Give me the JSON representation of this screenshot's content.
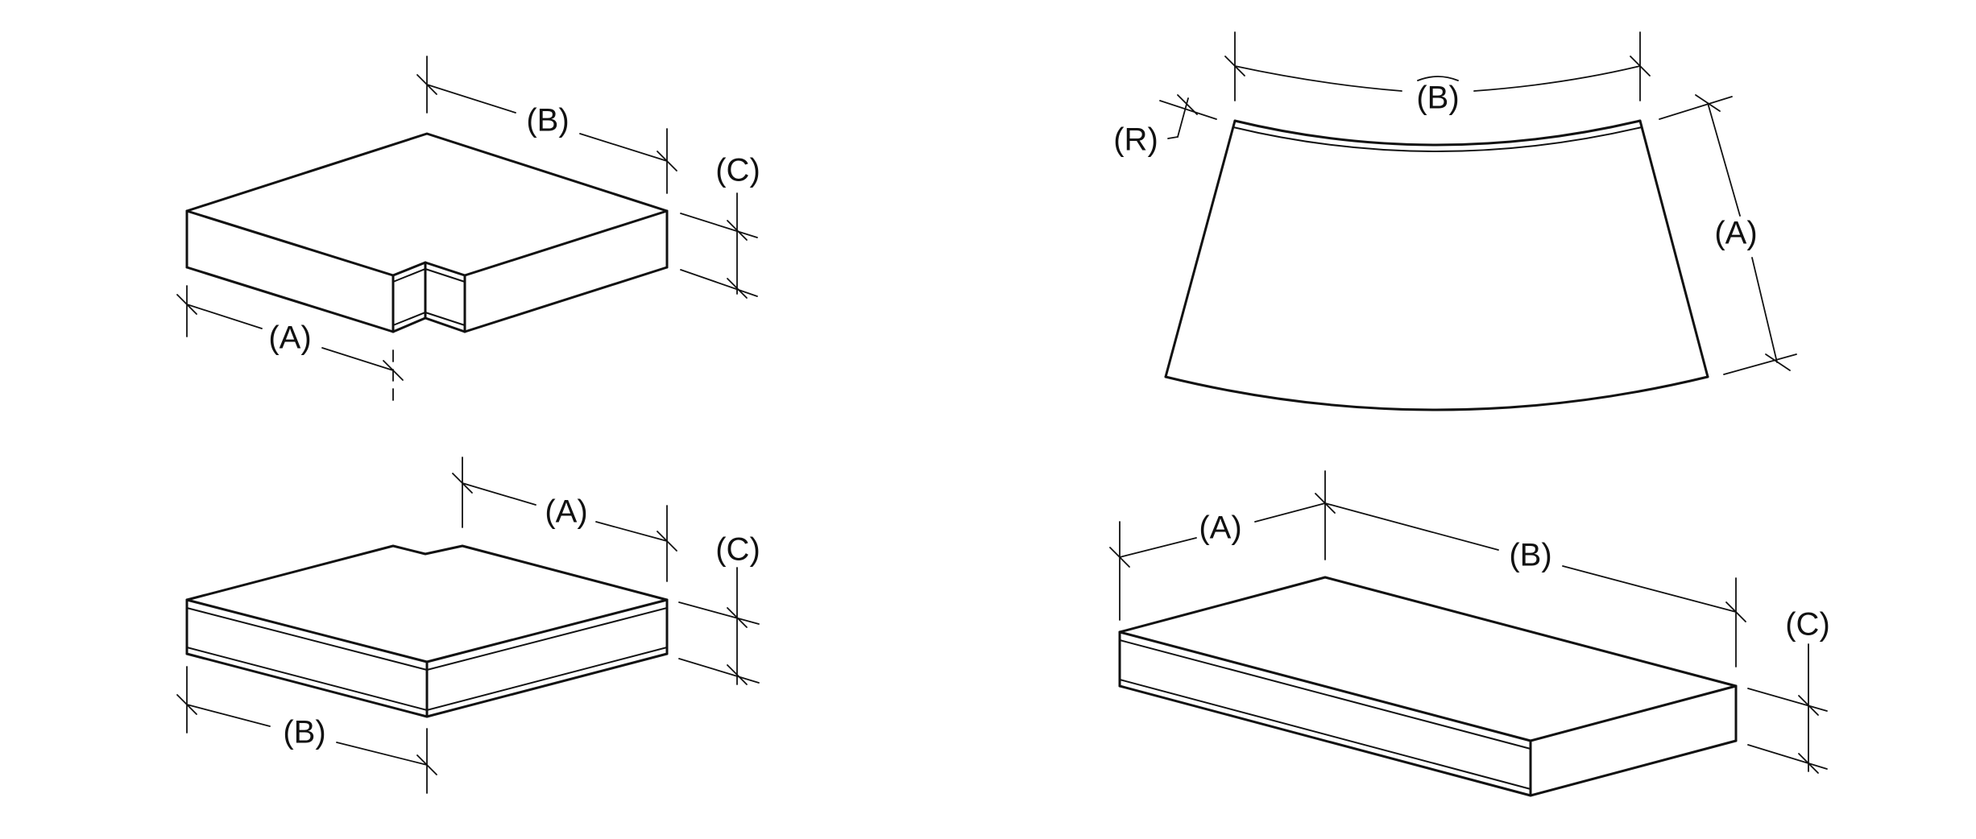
{
  "diagram": {
    "colors": {
      "line": "#111111",
      "background": "#ffffff"
    },
    "pieces": [
      {
        "id": "notched-corner-slab",
        "labels": {
          "a": "(A)",
          "b": "(B)",
          "c": "(C)"
        }
      },
      {
        "id": "radius-slab",
        "labels": {
          "r": "(R)",
          "b": "(B)",
          "a": "(A)"
        }
      },
      {
        "id": "mitred-corner-slab",
        "labels": {
          "a": "(A)",
          "c": "(C)",
          "b": "(B)"
        }
      },
      {
        "id": "rectangular-slab",
        "labels": {
          "a": "(A)",
          "b": "(B)",
          "c": "(C)"
        }
      }
    ]
  }
}
